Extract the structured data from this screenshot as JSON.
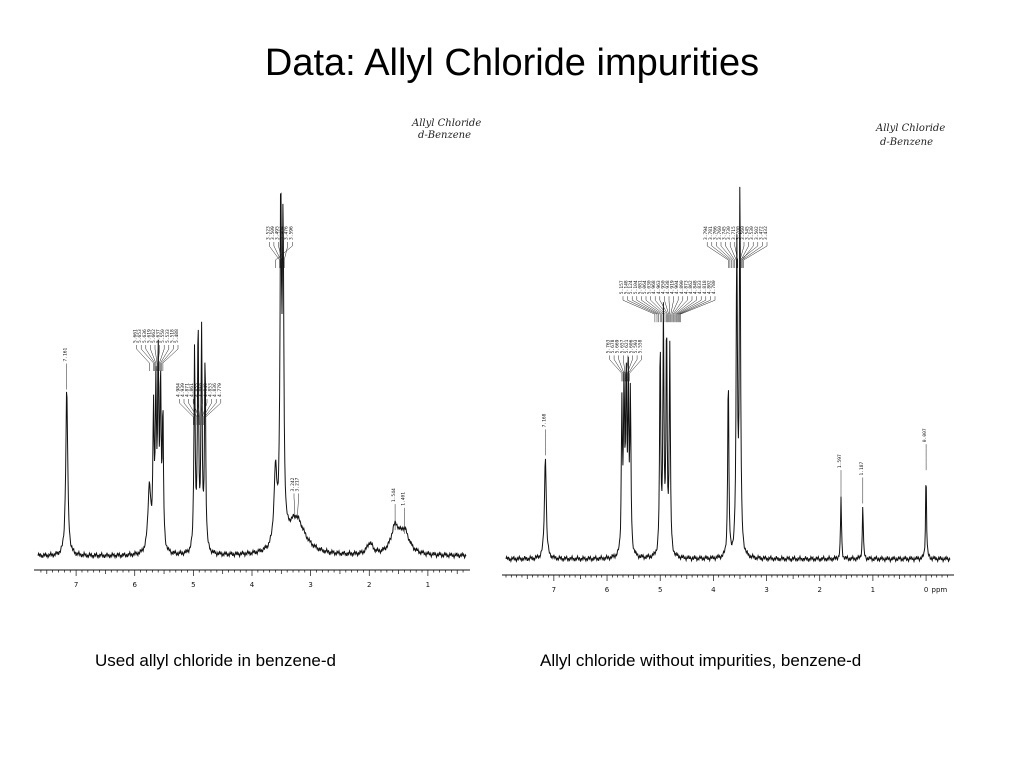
{
  "title": "Data: Allyl Chloride impurities",
  "chart_data": [
    {
      "type": "line",
      "caption": "Used allyl chloride in benzene-d",
      "annotation": [
        "Allyl Chloride",
        "d-Benzene"
      ],
      "x_ticks": [
        "7",
        "6",
        "5",
        "4",
        "3",
        "2",
        "1"
      ],
      "xlim": [
        7.65,
        0.35
      ],
      "peaks": [
        {
          "shift": 7.16,
          "height": 0.45,
          "width": 0.02
        },
        {
          "shift": 5.75,
          "height": 0.18,
          "width": 0.03
        },
        {
          "shift": 5.68,
          "height": 0.36,
          "width": 0.012
        },
        {
          "shift": 5.64,
          "height": 0.42,
          "width": 0.012
        },
        {
          "shift": 5.6,
          "height": 0.5,
          "width": 0.012
        },
        {
          "shift": 5.56,
          "height": 0.44,
          "width": 0.012
        },
        {
          "shift": 5.52,
          "height": 0.36,
          "width": 0.012
        },
        {
          "shift": 4.98,
          "height": 0.55,
          "width": 0.012
        },
        {
          "shift": 4.92,
          "height": 0.6,
          "width": 0.012
        },
        {
          "shift": 4.86,
          "height": 0.58,
          "width": 0.012
        },
        {
          "shift": 4.8,
          "height": 0.52,
          "width": 0.012
        },
        {
          "shift": 3.6,
          "height": 0.2,
          "width": 0.03
        },
        {
          "shift": 3.51,
          "height": 0.88,
          "width": 0.015
        },
        {
          "shift": 3.47,
          "height": 0.8,
          "width": 0.015
        },
        {
          "shift": 3.25,
          "height": 0.1,
          "width": 0.18
        },
        {
          "shift": 1.99,
          "height": 0.03,
          "width": 0.06
        },
        {
          "shift": 1.56,
          "height": 0.07,
          "width": 0.08
        },
        {
          "shift": 1.4,
          "height": 0.06,
          "width": 0.1
        }
      ],
      "labels": [
        {
          "value": "7.161",
          "shift": 7.16
        },
        {
          "value": "5.661",
          "shift": 5.75
        },
        {
          "value": "5.653",
          "shift": 5.68
        },
        {
          "value": "5.636",
          "shift": 5.66
        },
        {
          "value": "5.619",
          "shift": 5.64
        },
        {
          "value": "5.662",
          "shift": 5.62
        },
        {
          "value": "5.637",
          "shift": 5.6
        },
        {
          "value": "5.550",
          "shift": 5.58
        },
        {
          "value": "5.533",
          "shift": 5.56
        },
        {
          "value": "5.518",
          "shift": 5.54
        },
        {
          "value": "5.488",
          "shift": 5.52
        },
        {
          "value": "4.984",
          "shift": 5.0
        },
        {
          "value": "4.939",
          "shift": 4.97
        },
        {
          "value": "4.871",
          "shift": 4.94
        },
        {
          "value": "4.861",
          "shift": 4.91
        },
        {
          "value": "4.855",
          "shift": 4.89
        },
        {
          "value": "4.850",
          "shift": 4.87
        },
        {
          "value": "4.849",
          "shift": 4.85
        },
        {
          "value": "4.853",
          "shift": 4.83
        },
        {
          "value": "4.836",
          "shift": 4.81
        },
        {
          "value": "4.779",
          "shift": 4.79
        },
        {
          "value": "3.523",
          "shift": 3.53
        },
        {
          "value": "3.509",
          "shift": 3.51
        },
        {
          "value": "3.495",
          "shift": 3.49
        },
        {
          "value": "3.484",
          "shift": 3.47
        },
        {
          "value": "3.476",
          "shift": 3.45
        },
        {
          "value": "3.596",
          "shift": 3.6
        },
        {
          "value": "3.242",
          "shift": 3.27
        },
        {
          "value": "3.217",
          "shift": 3.22
        },
        {
          "value": "1.544",
          "shift": 1.56
        },
        {
          "value": "1.401",
          "shift": 1.4
        }
      ]
    },
    {
      "type": "line",
      "caption": "Allyl chloride without impurities, benzene-d",
      "annotation": [
        "Allyl Chloride",
        "d-Benzene"
      ],
      "x_ticks": [
        "7",
        "6",
        "5",
        "4",
        "3",
        "2",
        "1",
        "0"
      ],
      "x_unit": "ppm",
      "xlim": [
        7.9,
        -0.45
      ],
      "peaks": [
        {
          "shift": 7.16,
          "height": 0.28,
          "width": 0.02
        },
        {
          "shift": 5.72,
          "height": 0.4,
          "width": 0.012
        },
        {
          "shift": 5.68,
          "height": 0.44,
          "width": 0.012
        },
        {
          "shift": 5.64,
          "height": 0.48,
          "width": 0.012
        },
        {
          "shift": 5.6,
          "height": 0.46,
          "width": 0.012
        },
        {
          "shift": 5.56,
          "height": 0.42,
          "width": 0.012
        },
        {
          "shift": 5.0,
          "height": 0.58,
          "width": 0.012
        },
        {
          "shift": 4.94,
          "height": 0.64,
          "width": 0.012
        },
        {
          "shift": 4.88,
          "height": 0.62,
          "width": 0.012
        },
        {
          "shift": 4.82,
          "height": 0.56,
          "width": 0.012
        },
        {
          "shift": 3.72,
          "height": 0.5,
          "width": 0.012
        },
        {
          "shift": 3.56,
          "height": 0.84,
          "width": 0.014
        },
        {
          "shift": 3.5,
          "height": 0.98,
          "width": 0.014
        },
        {
          "shift": 1.6,
          "height": 0.17,
          "width": 0.01
        },
        {
          "shift": 1.19,
          "height": 0.15,
          "width": 0.01
        },
        {
          "shift": 0.0,
          "height": 0.24,
          "width": 0.01
        }
      ],
      "labels": [
        {
          "value": "7.168",
          "shift": 7.16
        },
        {
          "value": "5.763",
          "shift": 5.72
        },
        {
          "value": "5.678",
          "shift": 5.7
        },
        {
          "value": "5.669",
          "shift": 5.68
        },
        {
          "value": "5.657",
          "shift": 5.66
        },
        {
          "value": "5.621",
          "shift": 5.64
        },
        {
          "value": "5.606",
          "shift": 5.62
        },
        {
          "value": "5.593",
          "shift": 5.6
        },
        {
          "value": "5.558",
          "shift": 5.58
        },
        {
          "value": "5.157",
          "shift": 5.1
        },
        {
          "value": "5.148",
          "shift": 5.06
        },
        {
          "value": "5.124",
          "shift": 5.03
        },
        {
          "value": "5.104",
          "shift": 5.0
        },
        {
          "value": "5.081",
          "shift": 4.97
        },
        {
          "value": "5.064",
          "shift": 4.94
        },
        {
          "value": "5.030",
          "shift": 4.91
        },
        {
          "value": "4.968",
          "shift": 4.88
        },
        {
          "value": "4.963",
          "shift": 4.86
        },
        {
          "value": "4.950",
          "shift": 4.84
        },
        {
          "value": "4.938",
          "shift": 4.82
        },
        {
          "value": "4.919",
          "shift": 4.8
        },
        {
          "value": "4.904",
          "shift": 4.78
        },
        {
          "value": "4.890",
          "shift": 4.76
        },
        {
          "value": "4.873",
          "shift": 4.74
        },
        {
          "value": "4.862",
          "shift": 4.72
        },
        {
          "value": "4.848",
          "shift": 4.7
        },
        {
          "value": "4.833",
          "shift": 4.68
        },
        {
          "value": "4.818",
          "shift": 4.66
        },
        {
          "value": "4.802",
          "shift": 4.64
        },
        {
          "value": "4.780",
          "shift": 4.62
        },
        {
          "value": "3.794",
          "shift": 3.72
        },
        {
          "value": "3.781",
          "shift": 3.69
        },
        {
          "value": "3.766",
          "shift": 3.66
        },
        {
          "value": "3.760",
          "shift": 3.63
        },
        {
          "value": "3.745",
          "shift": 3.6
        },
        {
          "value": "3.730",
          "shift": 3.57
        },
        {
          "value": "3.715",
          "shift": 3.54
        },
        {
          "value": "3.700",
          "shift": 3.51
        },
        {
          "value": "3.560",
          "shift": 3.5
        },
        {
          "value": "3.545",
          "shift": 3.48
        },
        {
          "value": "3.530",
          "shift": 3.46
        },
        {
          "value": "3.502",
          "shift": 3.5
        },
        {
          "value": "3.472",
          "shift": 3.46
        },
        {
          "value": "3.432",
          "shift": 3.43
        },
        {
          "value": "1.597",
          "shift": 1.6
        },
        {
          "value": "1.187",
          "shift": 1.19
        },
        {
          "value": "0.007",
          "shift": 0.0
        }
      ]
    }
  ]
}
